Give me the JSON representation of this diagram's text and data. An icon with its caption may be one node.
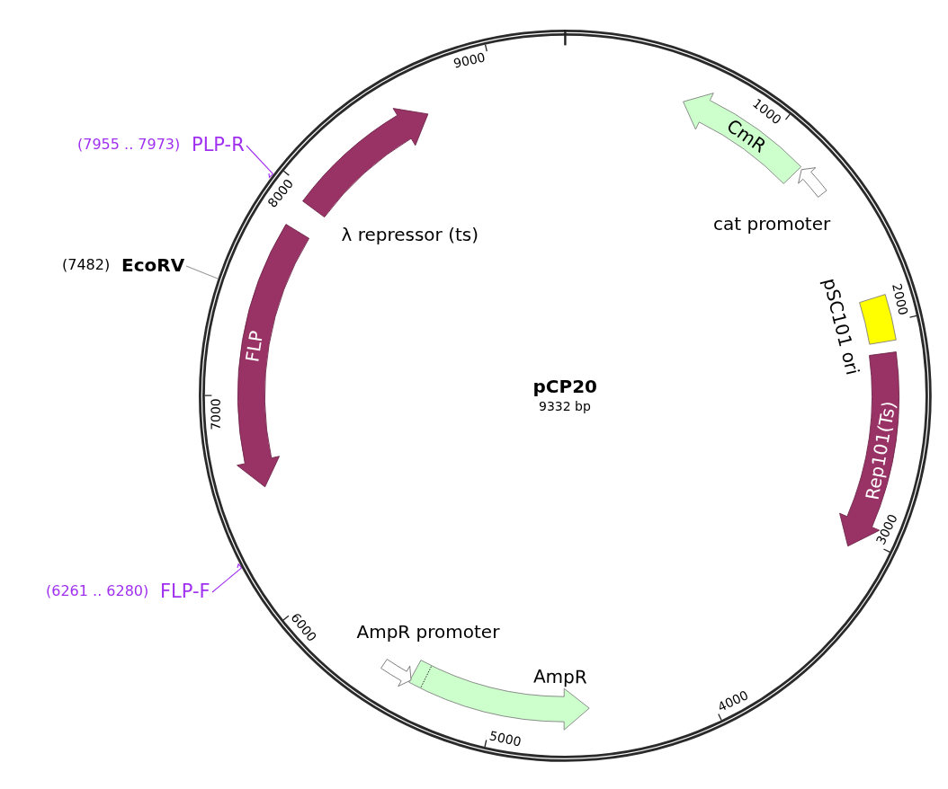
{
  "diagram": {
    "nodes": [
      {
        "text": [
          "pCP20",
          "9332 bp"
        ]
      },
      {
        "text": [
          "CmR"
        ],
        "in": 0
      },
      {
        "text": [
          "cat promoter"
        ],
        "in": 0
      },
      {
        "text": [
          "pSC101 ori"
        ],
        "in": 0
      },
      {
        "text": [
          "Rep101(Ts)"
        ],
        "in": 0
      },
      {
        "text": [
          "AmpR"
        ],
        "in": 0
      },
      {
        "text": [
          "AmpR promoter"
        ],
        "in": 0
      },
      {
        "text": [
          "FLP"
        ],
        "in": 0
      },
      {
        "text": [
          "λ repressor (ts)"
        ],
        "in": 0
      },
      {
        "text": [
          "(7955 .. 7973)",
          "PLP-R"
        ]
      },
      {
        "text": [
          "(7482)",
          "EcoRV"
        ]
      },
      {
        "text": [
          "(6261 .. 6280)",
          "FLP-F"
        ]
      }
    ],
    "edges": [
      {
        "from": 9,
        "to": 0,
        "arrow": "other"
      },
      {
        "from": 10,
        "to": 0,
        "arrow": "none",
        "color": "#999999"
      },
      {
        "from": 11,
        "to": 0,
        "arrow": "other"
      }
    ],
    "labels": [
      "1000",
      "2000",
      "3000",
      "4000",
      "5000",
      "6000",
      "7000",
      "8000",
      "9000"
    ]
  }
}
